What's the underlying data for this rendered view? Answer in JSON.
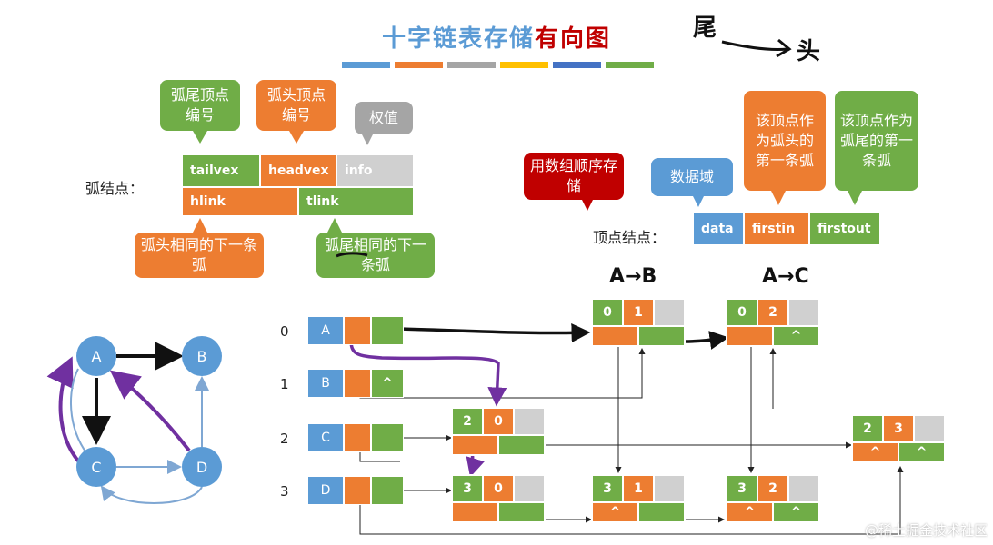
{
  "title": {
    "part1": "十字链表存储",
    "part2": "有向图"
  },
  "handnote": {
    "wei": "尾",
    "tou": "头"
  },
  "deco_colors": [
    "#5b9bd5",
    "#ed7d31",
    "#a5a5a5",
    "#ffc000",
    "#4472c4",
    "#70ad47"
  ],
  "arc_node": {
    "label": "弧结点：",
    "fields": {
      "tailvex": "tailvex",
      "headvex": "headvex",
      "info": "info",
      "hlink": "hlink",
      "tlink": "tlink"
    },
    "callouts": {
      "tail_vertex": "弧尾顶点编号",
      "head_vertex": "弧头顶点编号",
      "weight": "权值",
      "same_head": "弧头相同的下一条弧",
      "same_tail": "弧尾相同的下一条弧"
    }
  },
  "vertex_node": {
    "label": "顶点结点：",
    "fields": {
      "data": "data",
      "firstin": "firstin",
      "firstout": "firstout"
    },
    "callouts": {
      "sequential": "用数组顺序存储",
      "data_field": "数据域",
      "first_in": "该顶点作为弧头的第一条弧",
      "first_out": "该顶点作为弧尾的第一条弧"
    }
  },
  "graph": {
    "vertices": [
      "A",
      "B",
      "C",
      "D"
    ]
  },
  "list": {
    "rows": [
      {
        "index": "0",
        "data": "A",
        "firstout_null": ""
      },
      {
        "index": "1",
        "data": "B",
        "firstout_null": "^"
      },
      {
        "index": "2",
        "data": "C",
        "firstout_null": ""
      },
      {
        "index": "3",
        "data": "D",
        "firstout_null": ""
      }
    ],
    "arcs": [
      {
        "id": "a01",
        "tail": "0",
        "head": "1",
        "hlink": "",
        "tlink": ""
      },
      {
        "id": "a02",
        "tail": "0",
        "head": "2",
        "hlink": "",
        "tlink": "^"
      },
      {
        "id": "a20",
        "tail": "2",
        "head": "0",
        "hlink": "",
        "tlink": ""
      },
      {
        "id": "a23",
        "tail": "2",
        "head": "3",
        "hlink": "^",
        "tlink": "^"
      },
      {
        "id": "a30",
        "tail": "3",
        "head": "0",
        "hlink": "",
        "tlink": ""
      },
      {
        "id": "a31",
        "tail": "3",
        "head": "1",
        "hlink": "^",
        "tlink": ""
      },
      {
        "id": "a32",
        "tail": "3",
        "head": "2",
        "hlink": "^",
        "tlink": "^"
      }
    ],
    "annotations": {
      "ab": "A→B",
      "ac": "A→C"
    }
  },
  "watermark": "@稀土掘金技术社区"
}
